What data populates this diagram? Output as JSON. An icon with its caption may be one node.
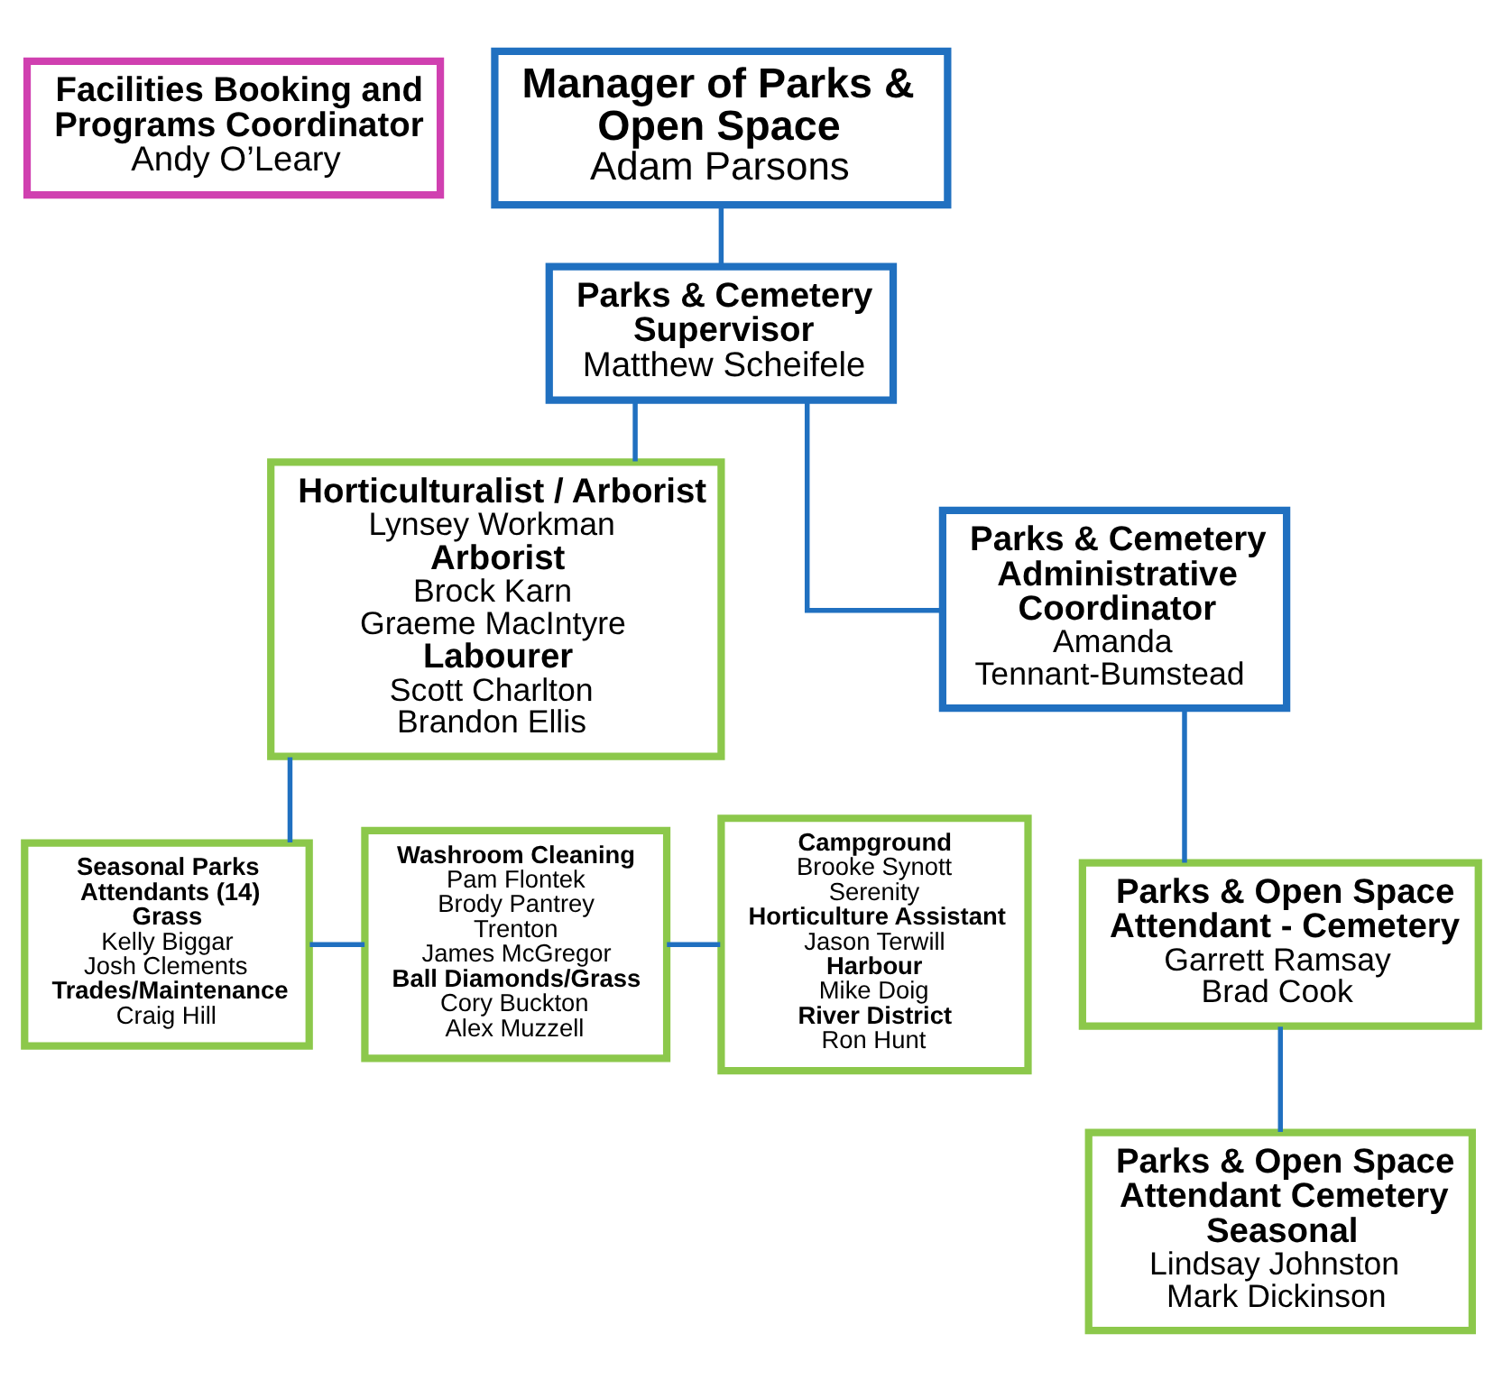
{
  "diagram": {
    "nodes": [
      {
        "text": [
          "Facilities Booking and Programs Coordinator",
          "Andy O’Leary"
        ]
      },
      {
        "text": [
          "Manager of Parks & Open Space",
          "Adam Parsons"
        ]
      },
      {
        "text": [
          "Parks & Cemetery Supervisor",
          "Matthew Scheifele"
        ]
      },
      {
        "text": [
          "Horticulturalist / Arborist",
          "Lynsey Workman",
          "Arborist",
          "Brock Karn",
          "Graeme MacIntyre",
          "Labourer",
          "Scott Charlton",
          "Brandon Ellis"
        ]
      },
      {
        "text": [
          "Parks & Cemetery Administrative Coordinator",
          "Amanda Tennant-Bumstead"
        ]
      },
      {
        "text": [
          "Parks & Open Space Attendant - Cemetery",
          "Garrett Ramsay",
          "Brad Cook"
        ]
      },
      {
        "text": [
          "Parks & Open Space Attendant Cemetery Seasonal",
          "Lindsay Johnston",
          "Mark Dickinson"
        ]
      },
      {
        "text": [
          "Seasonal Parks Attendants (14)",
          "Grass",
          "Kelly Biggar",
          "Josh Clements",
          "Trades/Maintenance",
          "Craig Hill"
        ]
      },
      {
        "text": [
          "Washroom Cleaning",
          "Pam Flontek",
          "Brody Pantrey",
          "Trenton",
          "James McGregor",
          "Ball Diamonds/Grass",
          "Cory Buckton",
          "Alex Muzzell"
        ]
      },
      {
        "text": [
          "Campground",
          "Brooke Synott",
          "Serenity",
          "Horticulture Assistant",
          "Jason Terwill",
          "Harbour",
          "Mike Doig",
          "River District",
          "Ron Hunt"
        ]
      }
    ],
    "edges": [
      {
        "from": 1,
        "to": 2,
        "arrow": "none"
      },
      {
        "from": 2,
        "to": 3,
        "arrow": "none"
      },
      {
        "from": 2,
        "to": 4,
        "arrow": "none"
      },
      {
        "from": 4,
        "to": 5,
        "arrow": "none"
      },
      {
        "from": 5,
        "to": 6,
        "arrow": "none"
      },
      {
        "from": 3,
        "to": 7,
        "arrow": "none"
      },
      {
        "from": 7,
        "to": 8,
        "arrow": "none"
      },
      {
        "from": 8,
        "to": 9,
        "arrow": "none"
      }
    ]
  }
}
